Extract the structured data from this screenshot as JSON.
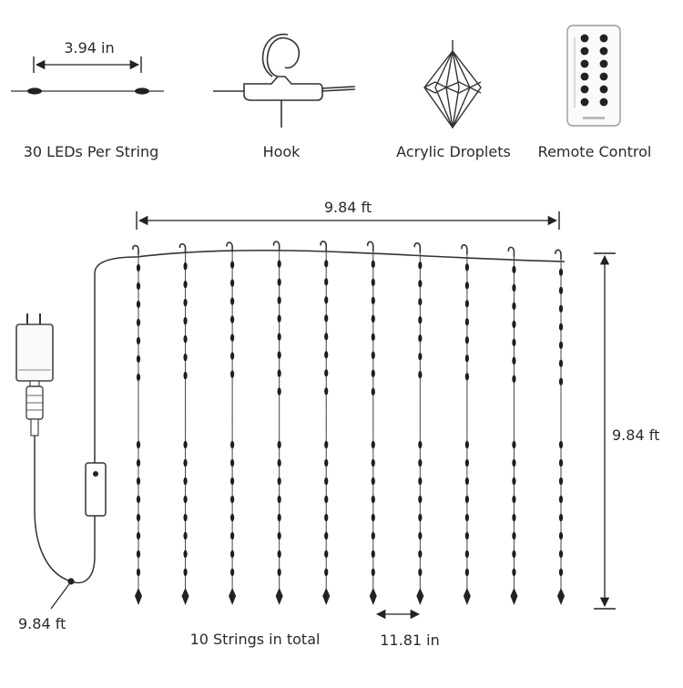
{
  "accessories": {
    "led_spacing": "3.94 in",
    "leds_label": "30 LEDs Per String",
    "hook_label": "Hook",
    "droplets_label": "Acrylic Droplets",
    "remote_label": "Remote Control"
  },
  "curtain": {
    "width_label": "9.84 ft",
    "height_label": "9.84 ft",
    "lead_cable_label": "9.84 ft",
    "strings_label": "10 Strings in total",
    "string_spacing_label": "11.81 in",
    "string_count": 10
  },
  "remote": {
    "button_rows": 6,
    "button_cols": 2
  }
}
